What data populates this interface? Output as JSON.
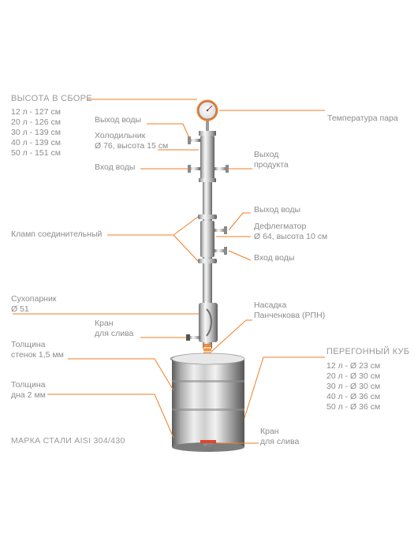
{
  "colors": {
    "accent": "#f07e26",
    "steel_light": "#f2f2f2",
    "steel_mid": "#c8c8c8",
    "steel_dark": "#7a7a7a",
    "text": "#8c8c8c"
  },
  "assembly_height": {
    "title": "ВЫСОТА В СБОРЕ",
    "items": [
      "12 л - 127 см",
      "20 л - 126 см",
      "30 л - 139 см",
      "40 л - 139 см",
      "50 л - 151 см"
    ]
  },
  "left_labels": {
    "clamp": "Кламп соединительный",
    "dry_steamer": [
      "Сухопарник",
      "Ø 51"
    ],
    "wall_thickness": [
      "Толщина",
      "стенок 1,5 мм"
    ],
    "bottom_thickness": [
      "Толщина",
      "дна 2 мм"
    ],
    "steel_grade": "МАРКА СТАЛИ AISI 304/430"
  },
  "center_labels": {
    "water_out_top": "Выход воды",
    "cooler": [
      "Холодильник",
      "Ø 76, высота 15 см"
    ],
    "water_in_top": "Вход воды",
    "drain_valve_upper": [
      "Кран",
      "для слива"
    ]
  },
  "right_labels": {
    "steam_temperature": "Температура пара",
    "product_outlet": [
      "Выход",
      "продукта"
    ],
    "water_out_mid": "Выход воды",
    "dephlegmator": [
      "Дефлегматор",
      "Ø 64, высота 10 см"
    ],
    "water_in_mid": "Вход воды",
    "panchenkov_nozzle": [
      "Насадка",
      "Панченкова (РПН)"
    ],
    "drain_valve_lower": [
      "Кран",
      "для слива"
    ]
  },
  "distillation_cube": {
    "title": "ПЕРЕГОННЫЙ КУБ",
    "items": [
      "12 л - Ø 23 см",
      "20 л - Ø 30 см",
      "30 л - Ø 30 см",
      "40 л - Ø 36 см",
      "50 л - Ø 36 см"
    ]
  }
}
